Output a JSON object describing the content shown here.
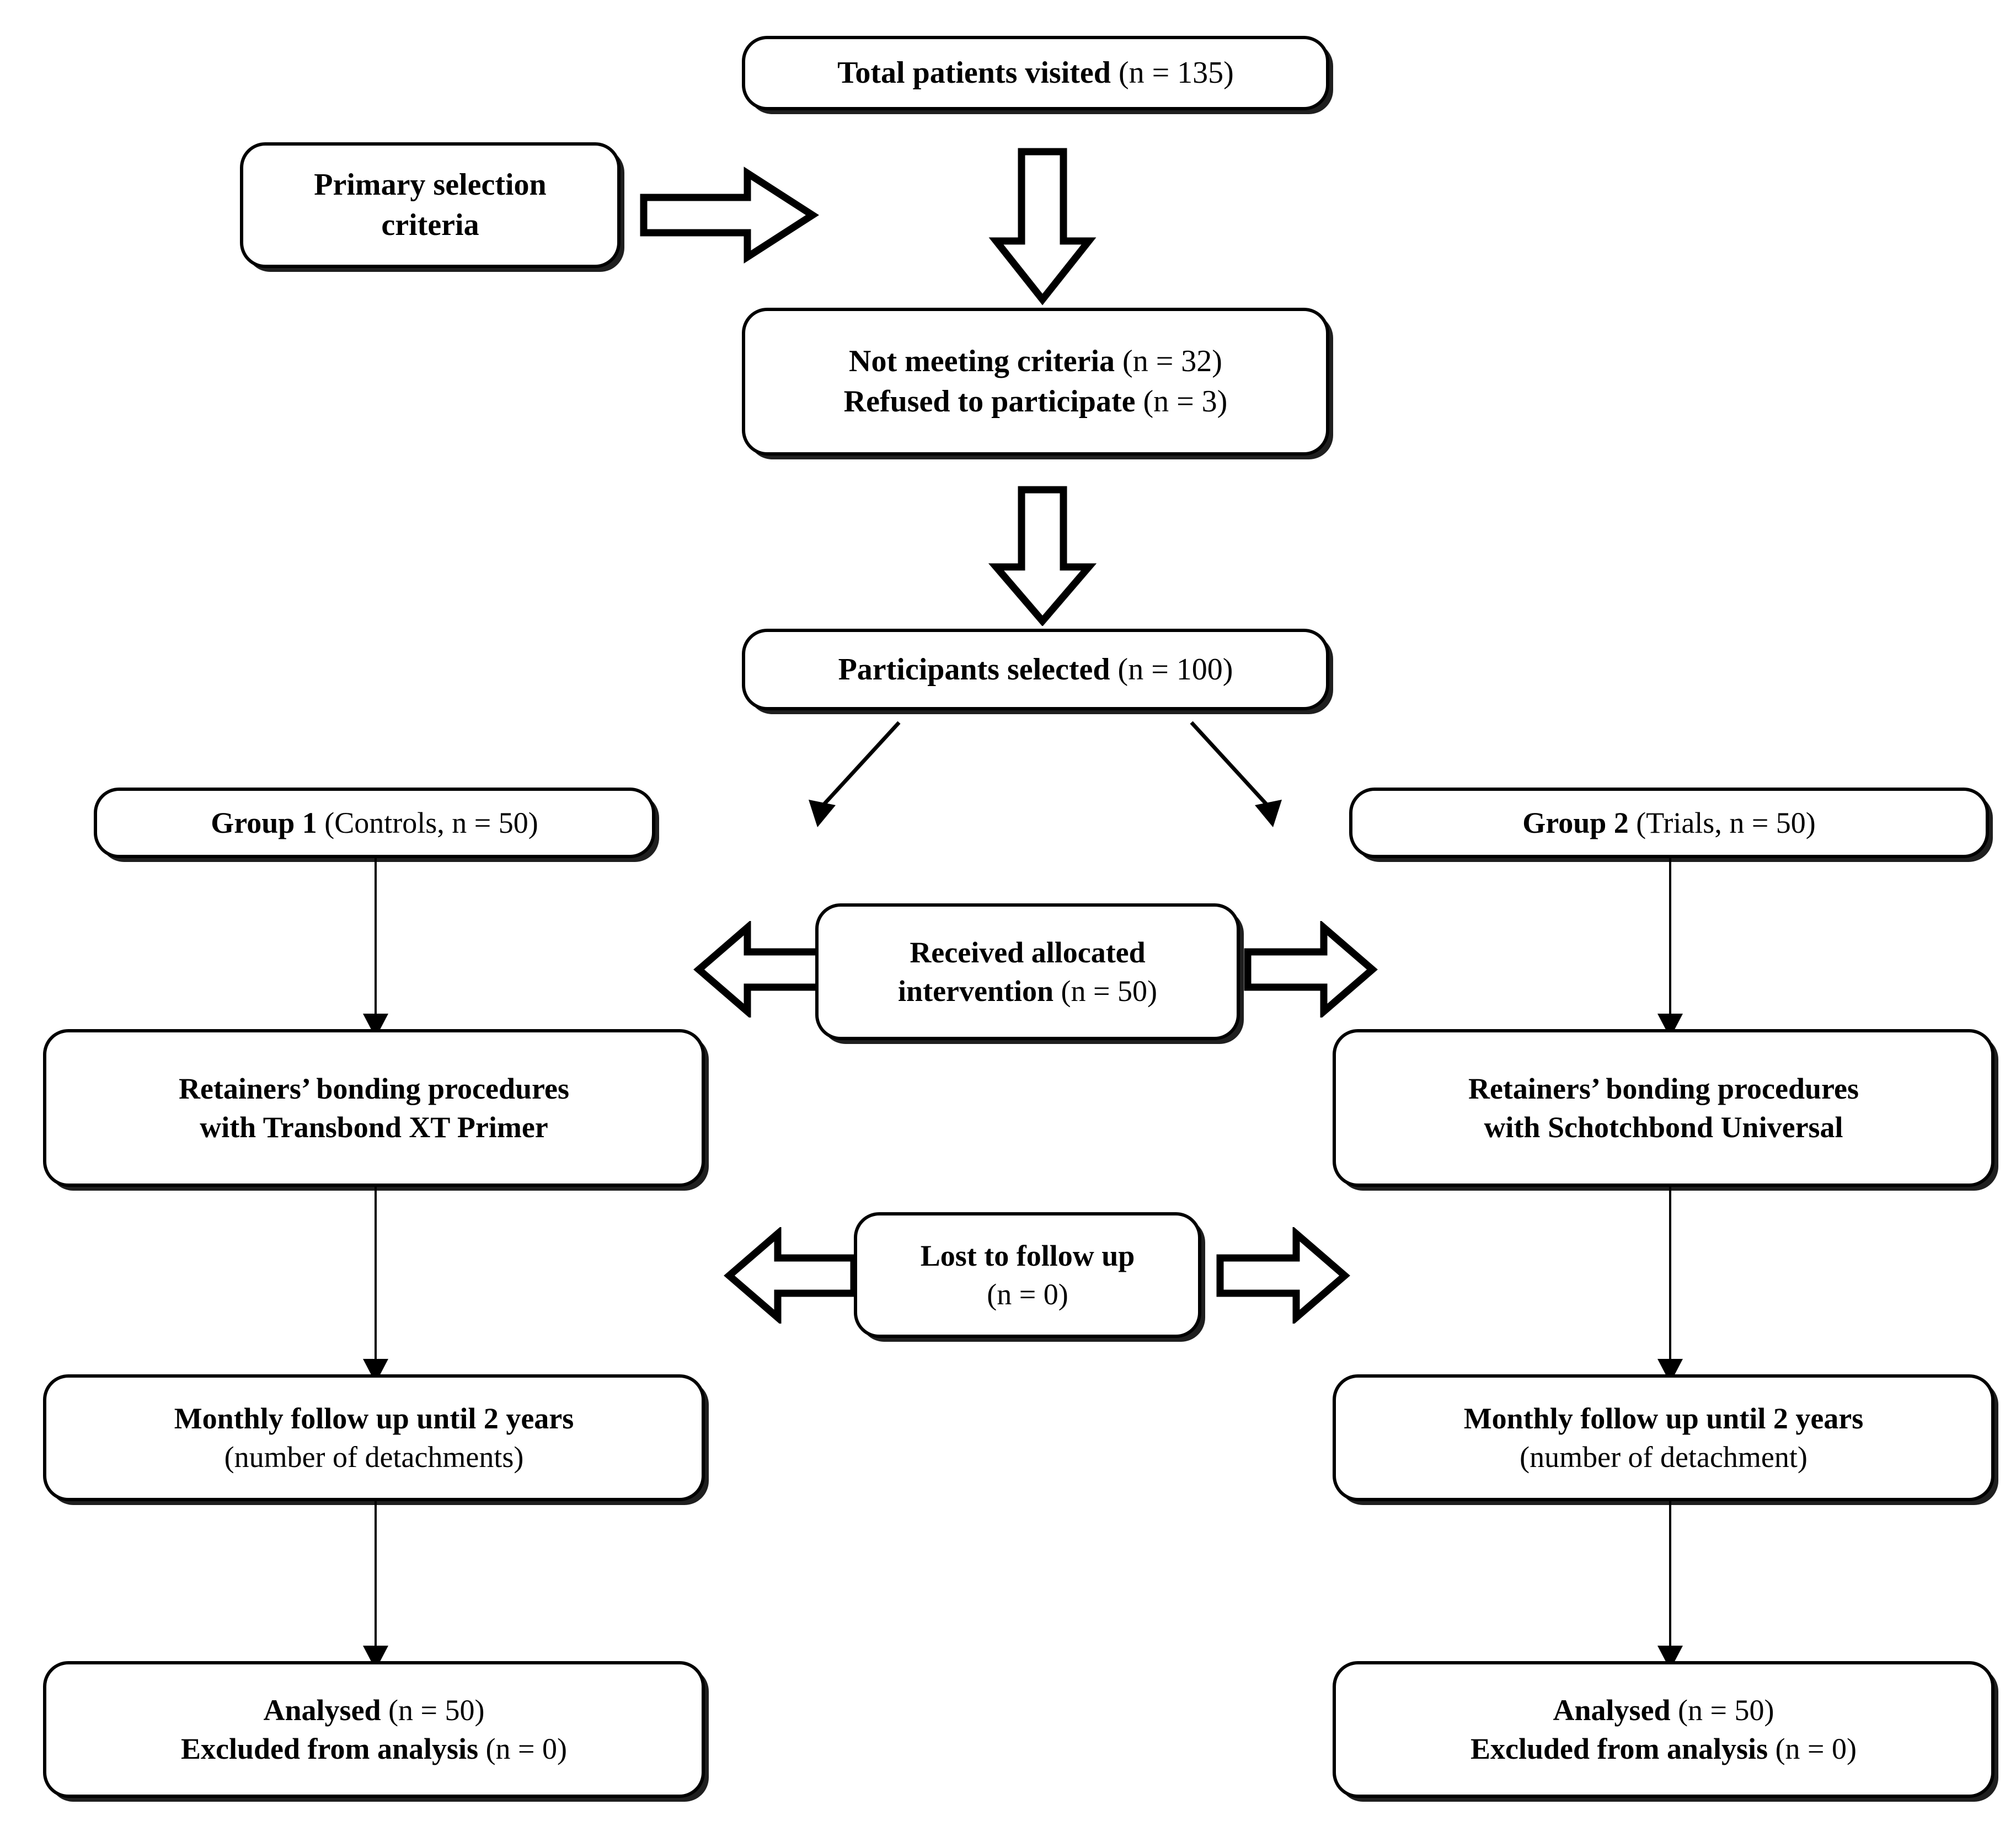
{
  "diagram": {
    "type": "consort-flow-diagram",
    "title": "CONSORT participant flow diagram",
    "nodes": [
      {
        "id": "total-patients",
        "lines": [
          {
            "bold": "Total patients visited",
            "plain": " (n = 135)"
          }
        ]
      },
      {
        "id": "primary-criteria",
        "lines": [
          {
            "bold": "Primary selection",
            "plain": ""
          },
          {
            "bold": "criteria",
            "plain": ""
          }
        ]
      },
      {
        "id": "excluded",
        "lines": [
          {
            "bold": "Not meeting criteria",
            "plain": " (n = 32)"
          },
          {
            "bold": "Refused to participate",
            "plain": " (n = 3)"
          }
        ]
      },
      {
        "id": "participants-selected",
        "lines": [
          {
            "bold": "Participants selected",
            "plain": " (n = 100)"
          }
        ]
      },
      {
        "id": "group-1",
        "lines": [
          {
            "bold": "Group 1",
            "plain": " (Controls, n = 50)"
          }
        ]
      },
      {
        "id": "group-2",
        "lines": [
          {
            "bold": "Group 2",
            "plain": " (Trials, n = 50)"
          }
        ]
      },
      {
        "id": "received-intervention",
        "lines": [
          {
            "bold": "Received allocated",
            "plain": ""
          },
          {
            "bold": "intervention",
            "plain": " (n = 50)"
          }
        ]
      },
      {
        "id": "bonding-left",
        "lines": [
          {
            "bold": "Retainers’ bonding procedures",
            "plain": ""
          },
          {
            "bold": "with Transbond XT Primer",
            "plain": ""
          }
        ]
      },
      {
        "id": "bonding-right",
        "lines": [
          {
            "bold": "Retainers’ bonding procedures",
            "plain": ""
          },
          {
            "bold": "with Schotchbond Universal",
            "plain": ""
          }
        ]
      },
      {
        "id": "lost-followup",
        "lines": [
          {
            "bold": "Lost to follow up",
            "plain": ""
          },
          {
            "bold": "",
            "plain": "(n = 0)"
          }
        ]
      },
      {
        "id": "followup-left",
        "lines": [
          {
            "bold": "Monthly follow up until 2 years",
            "plain": ""
          },
          {
            "bold": "",
            "plain": "(number of detachments)"
          }
        ]
      },
      {
        "id": "followup-right",
        "lines": [
          {
            "bold": "Monthly follow up until 2 years",
            "plain": ""
          },
          {
            "bold": "",
            "plain": "(number of detachment)"
          }
        ]
      },
      {
        "id": "analysed-left",
        "lines": [
          {
            "bold": "Analysed",
            "plain": " (n = 50)"
          },
          {
            "bold": "Excluded from analysis",
            "plain": " (n = 0)"
          }
        ]
      },
      {
        "id": "analysed-right",
        "lines": [
          {
            "bold": "Analysed",
            "plain": " (n = 50)"
          },
          {
            "bold": "Excluded from analysis",
            "plain": " (n = 0)"
          }
        ]
      }
    ],
    "colors": {
      "stroke": "#000000",
      "fill": "#ffffff",
      "text": "#000000"
    }
  }
}
